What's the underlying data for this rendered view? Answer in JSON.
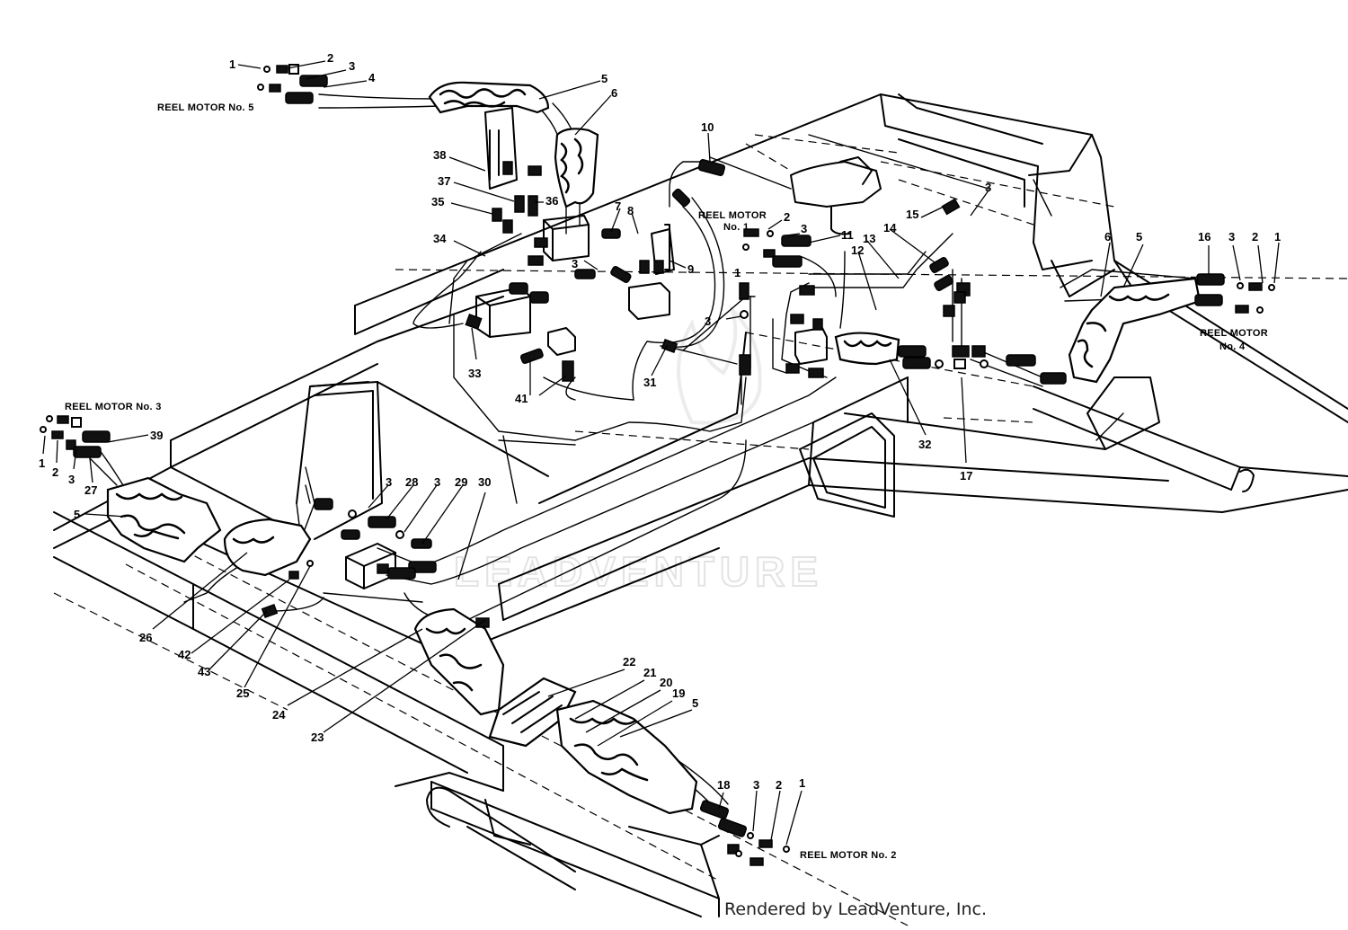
{
  "labels": {
    "reel_motor_5": "REEL MOTOR No. 5",
    "reel_motor_1_a": "REEL MOTOR",
    "reel_motor_1_b": "No. 1",
    "reel_motor_4_a": "REEL MOTOR",
    "reel_motor_4_b": "No. 4",
    "reel_motor_3": "REEL MOTOR No. 3",
    "reel_motor_2": "REEL MOTOR No. 2"
  },
  "watermark": "LEADVENTURE",
  "credit": "Rendered by LeadVenture, Inc.",
  "callouts": [
    "1",
    "2",
    "3",
    "4",
    "5",
    "6",
    "10",
    "38",
    "37",
    "36",
    "35",
    "7",
    "8",
    "34",
    "3",
    "9",
    "2",
    "3",
    "11",
    "1",
    "15",
    "14",
    "13",
    "12",
    "3",
    "6",
    "5",
    "16",
    "3",
    "2",
    "1",
    "3",
    "33",
    "41",
    "31",
    "32",
    "17",
    "39",
    "1",
    "2",
    "3",
    "27",
    "5",
    "3",
    "28",
    "3",
    "29",
    "30",
    "26",
    "42",
    "43",
    "25",
    "24",
    "23",
    "22",
    "21",
    "20",
    "19",
    "5",
    "18",
    "3",
    "2",
    "1"
  ]
}
